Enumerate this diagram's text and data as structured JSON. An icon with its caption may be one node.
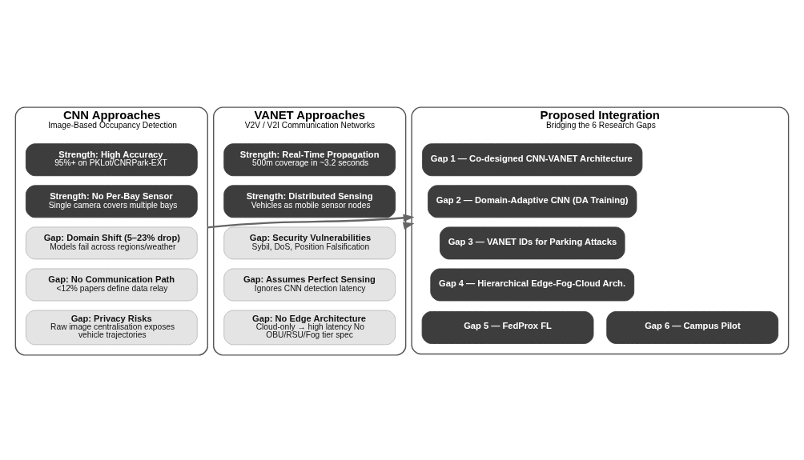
{
  "diagram": {
    "nodes": [
      {
        "text": [
          "CNN Approaches",
          "Image-Based Occupancy Detection"
        ]
      },
      {
        "text": [
          "Strength: High Accuracy",
          "95%+ on PKLot/CNRPark-EXT"
        ],
        "in": 0
      },
      {
        "text": [
          "Strength: No Per-Bay Sensor",
          "Single camera covers multiple bays"
        ],
        "in": 0
      },
      {
        "text": [
          "Gap: Domain Shift (5–23% drop)",
          "Models fail across regions/weather"
        ],
        "in": 0
      },
      {
        "text": [
          "Gap: No Communication Path",
          "<12% papers define data relay"
        ],
        "in": 0
      },
      {
        "text": [
          "Gap: Privacy Risks",
          "Raw image centralisation exposes vehicle trajectories"
        ],
        "in": 0
      },
      {
        "text": [
          "Proposed Integration",
          "Bridging the 6 Research Gaps"
        ]
      },
      {
        "text": [
          "Gap 1 — Co-designed CNN-VANET Architecture"
        ],
        "in": 6
      },
      {
        "text": [
          "Gap 2 — Domain-Adaptive CNN (DA Training)"
        ],
        "in": 6
      },
      {
        "text": [
          "Gap 3 — VANET IDs for Parking Attacks"
        ],
        "in": 6
      },
      {
        "text": [
          "Gap 4 — Hierarchical Edge-Fog-Cloud Arch."
        ],
        "in": 6
      },
      {
        "text": [
          "Gap 5 — FedProx FL"
        ],
        "in": 6
      },
      {
        "text": [
          "Gap 6 — Campus Pilot"
        ],
        "in": 6
      },
      {
        "text": [
          "VANET Approaches",
          "V2V / V2I Communication Networks"
        ]
      },
      {
        "text": [
          "Strength: Real-Time Propagation",
          "500m coverage in ~3.2 seconds"
        ],
        "in": 13
      },
      {
        "text": [
          "Strength: Distributed Sensing",
          "Vehicles as mobile sensor nodes"
        ],
        "in": 13
      },
      {
        "text": [
          "Gap: Security Vulnerabilities",
          "Sybil, DoS, Position Falsification"
        ],
        "in": 13
      },
      {
        "text": [
          "Gap: Assumes Perfect Sensing",
          "Ignores CNN detection latency"
        ],
        "in": 13
      },
      {
        "text": [
          "Gap: No Edge Architecture",
          "Cloud-only → high latency No OBU/RSU/Fog tier spec"
        ],
        "in": 13
      }
    ],
    "edges": [
      {
        "from": 0,
        "to": 6,
        "arrow": "to"
      },
      {
        "from": 13,
        "to": 6,
        "arrow": "to"
      }
    ]
  }
}
